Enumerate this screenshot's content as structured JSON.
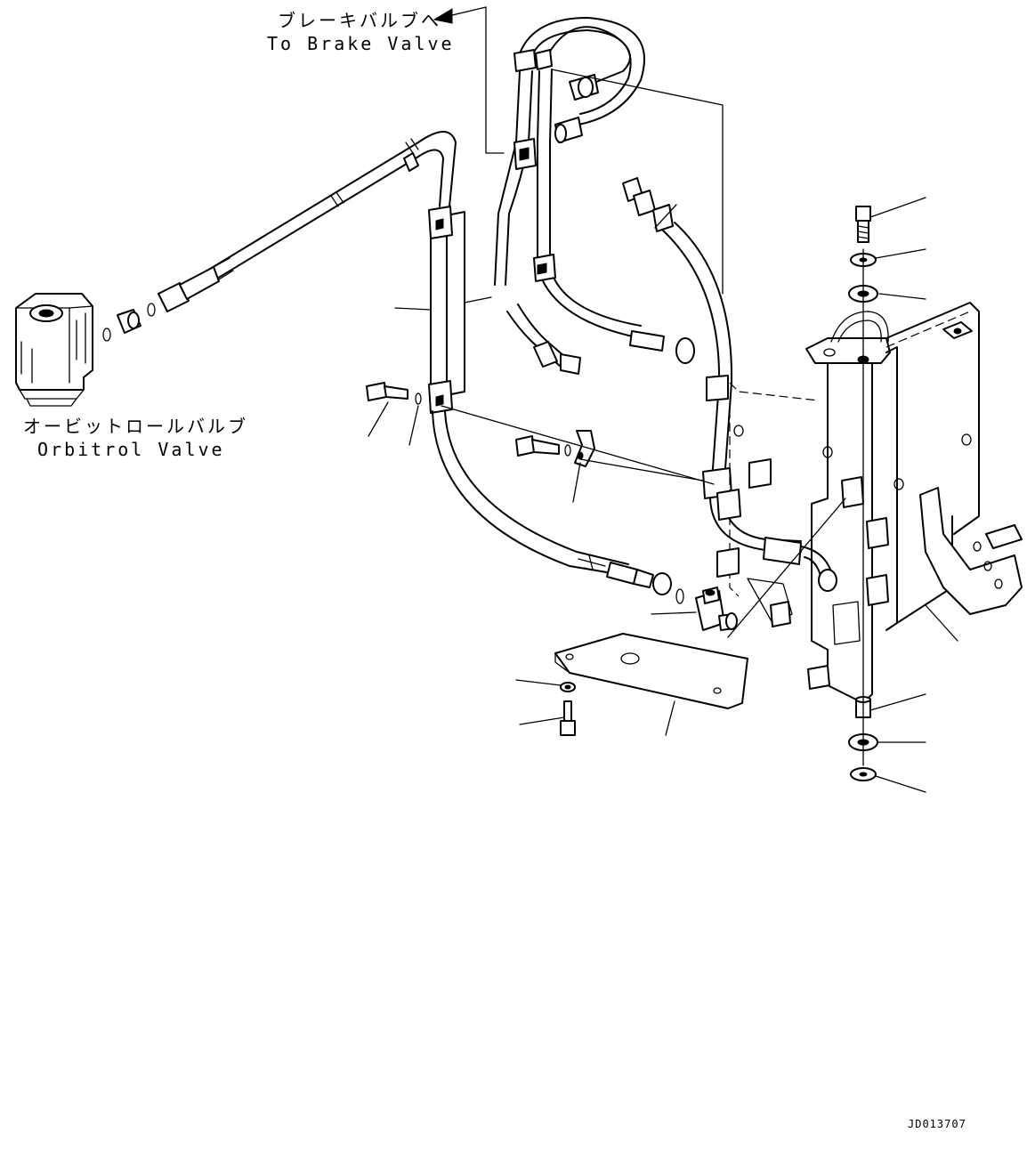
{
  "labels": {
    "brake_valve_jp": "ブレーキバルブへ",
    "brake_valve_en": "To Brake Valve",
    "orbitrol_jp": "オービットロールバルブ",
    "orbitrol_en": "Orbitrol Valve",
    "drawing_id": "JD013707"
  }
}
